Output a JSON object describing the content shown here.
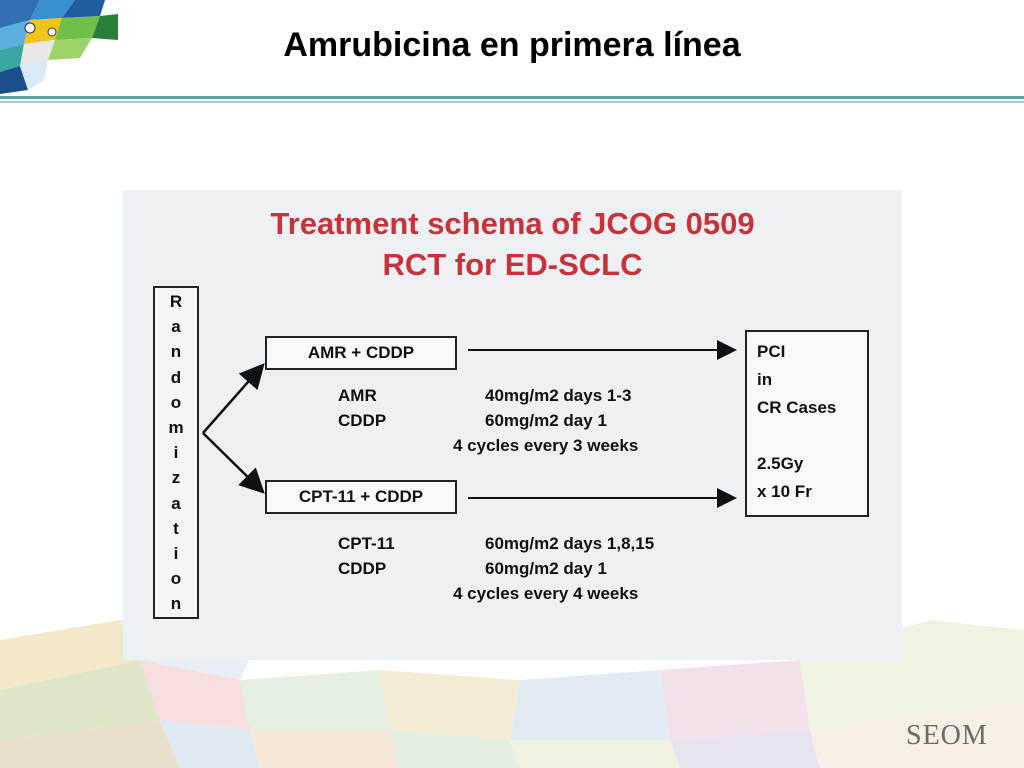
{
  "slide": {
    "title": "Amrubicina en primera línea",
    "brand": "SEOM"
  },
  "schema": {
    "title_line1": "Treatment schema of JCOG 0509",
    "title_line2": "RCT for ED-SCLC",
    "randomization_letters": [
      "R",
      "a",
      "n",
      "d",
      "o",
      "m",
      "i",
      "z",
      "a",
      "t",
      "i",
      "o",
      "n"
    ],
    "arm_a": {
      "label": "AMR + CDDP",
      "drug1": "AMR",
      "dose1": "40mg/m2 days 1-3",
      "drug2": "CDDP",
      "dose2": "60mg/m2 day 1",
      "cycles": "4 cycles every 3 weeks"
    },
    "arm_b": {
      "label": "CPT-11 + CDDP",
      "drug1": "CPT-11",
      "dose1": "60mg/m2 days 1,8,15",
      "drug2": "CDDP",
      "dose2": "60mg/m2 day 1",
      "cycles": "4 cycles every 4 weeks"
    },
    "pci_box": [
      "PCI",
      "in",
      "CR Cases",
      "",
      "2.5Gy",
      "x 10 Fr"
    ]
  },
  "colors": {
    "title_red": "#c8323a",
    "rule_teal": "#5aa3a8"
  }
}
